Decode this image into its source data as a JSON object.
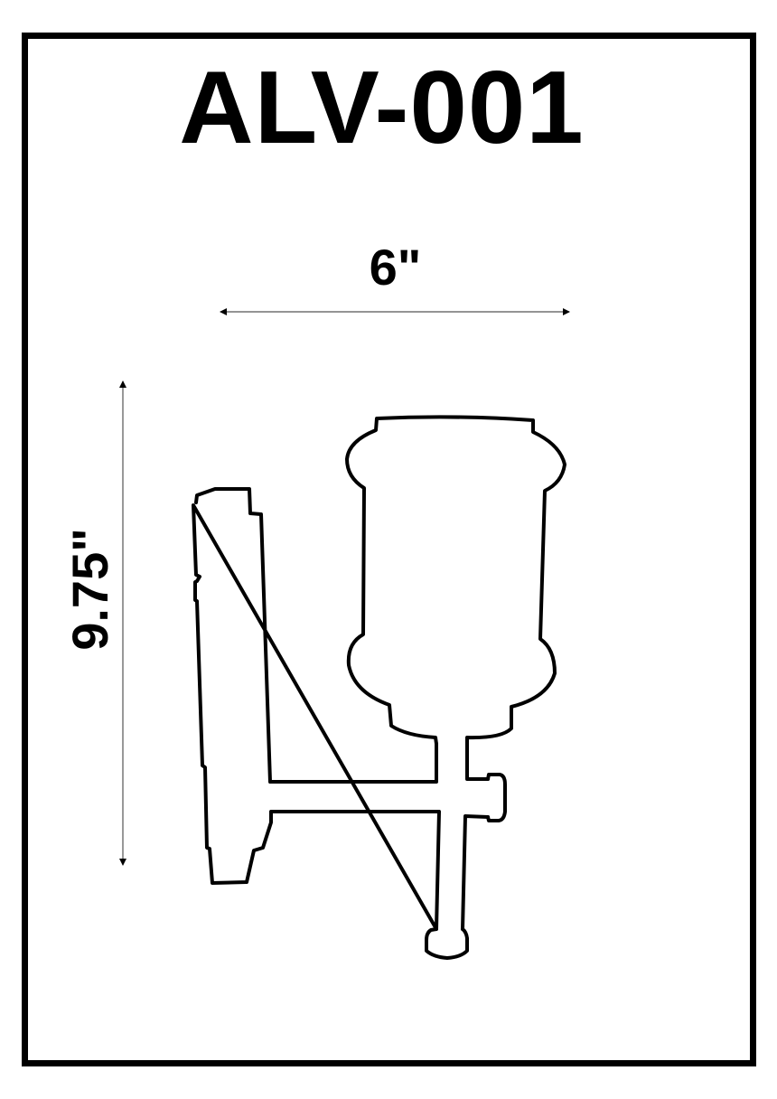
{
  "title": "ALV-001",
  "dimensions": {
    "width": {
      "label": "6\"",
      "value_in": 6
    },
    "height": {
      "label": "9.75\"",
      "value_in": 9.75
    }
  },
  "drawing": {
    "subject": "wall sconce line drawing",
    "parts": [
      "wall-backplate",
      "arm",
      "glass-shade",
      "socket-knob",
      "bottom-finial"
    ]
  },
  "colors": {
    "line": "#000000",
    "background": "#ffffff",
    "dimension_line": "#555555"
  }
}
